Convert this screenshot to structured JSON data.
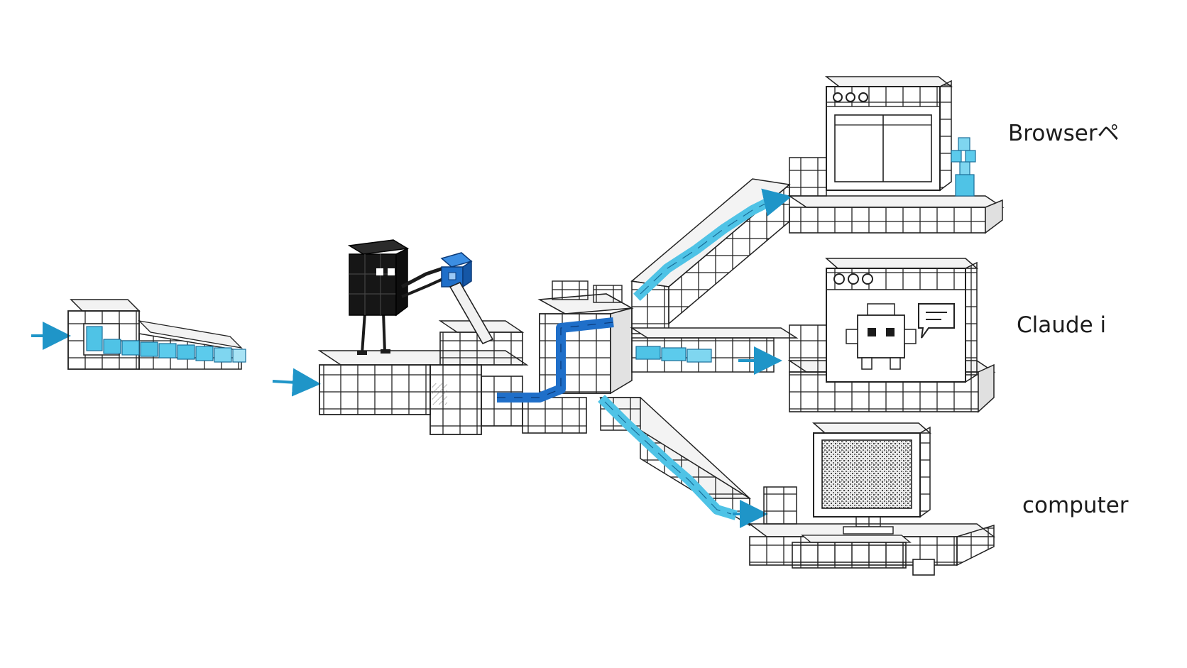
{
  "labels": {
    "browser": "Browserペ",
    "claude": "Claude i",
    "computer": "computer"
  },
  "icons": [
    "input-arrow-icon",
    "robot-icon",
    "hub-cube-icon",
    "browser-window-icon",
    "plant-icon",
    "claude-app-window-icon",
    "claude-pixel-mascot-icon",
    "chat-bubble-icon",
    "desktop-monitor-icon",
    "keyboard-icon",
    "mouse-icon"
  ],
  "colors": {
    "light_cyan": "#4fc3e6",
    "dark_blue": "#1f6fc9",
    "ink": "#1a1a1a",
    "arrow": "#1f95c8",
    "robot": "#1b1b1b",
    "cube_fill": "#ffffff",
    "cube_top": "#f1f1f1",
    "cube_side": "#dcdcdc"
  }
}
